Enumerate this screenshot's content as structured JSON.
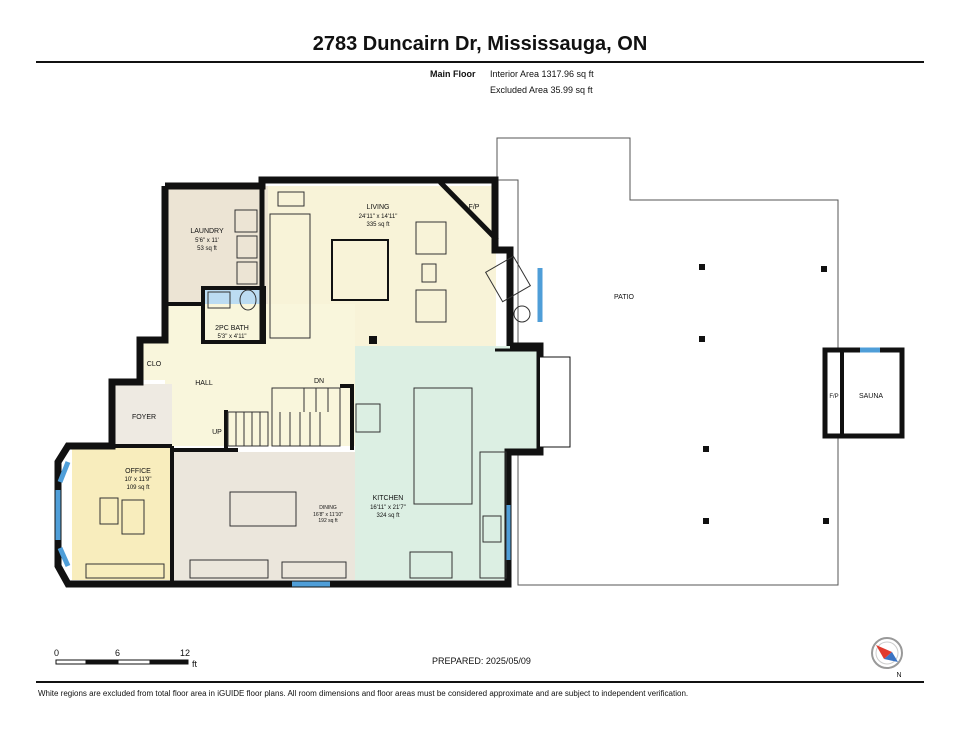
{
  "header": {
    "title": "2783 Duncairn Dr, Mississauga, ON",
    "floor_label": "Main Floor",
    "interior_area": "Interior Area 1317.96 sq ft",
    "excluded_area": "Excluded Area 35.99 sq ft"
  },
  "rooms": {
    "living": {
      "name": "LIVING",
      "dims": "24'11\" x 14'11\"",
      "area": "335 sq ft"
    },
    "laundry": {
      "name": "LAUNDRY",
      "dims": "5'6\" x 11'",
      "area": "53 sq ft"
    },
    "bath": {
      "name": "2PC BATH",
      "dims": "5'3\" x 4'11\""
    },
    "office": {
      "name": "OFFICE",
      "dims": "10' x 11'9\"",
      "area": "109 sq ft"
    },
    "dining": {
      "name": "DINING",
      "dims": "16'8\" x 11'10\"",
      "area": "192 sq ft"
    },
    "kitchen": {
      "name": "KITCHEN",
      "dims": "16'11\" x 21'7\"",
      "area": "324 sq ft"
    },
    "hall": "HALL",
    "clo": "CLO",
    "foyer": "FOYER",
    "up": "UP",
    "dn": "DN",
    "fp": "F/P",
    "patio": "PATIO",
    "sauna_fp": "F/P",
    "sauna": "SAUNA"
  },
  "scale": {
    "t0": "0",
    "t1": "6",
    "t2": "12",
    "unit": "ft"
  },
  "compass": {
    "label": "N"
  },
  "prepared": "PREPARED:  2025/05/09",
  "footer": "White regions are excluded from total floor area in iGUIDE floor plans. All room dimensions and floor areas must be considered approximate and are subject to independent verification.",
  "colors": {
    "living": "#f8f3d8",
    "laundry": "#ece4d4",
    "bath": "#bcdcf2",
    "office": "#f8edbd",
    "dining": "#ebe6dc",
    "kitchen": "#dcefe3",
    "hall": "#f9f6dc",
    "wall": "#111111",
    "window": "#4f9ed8"
  }
}
